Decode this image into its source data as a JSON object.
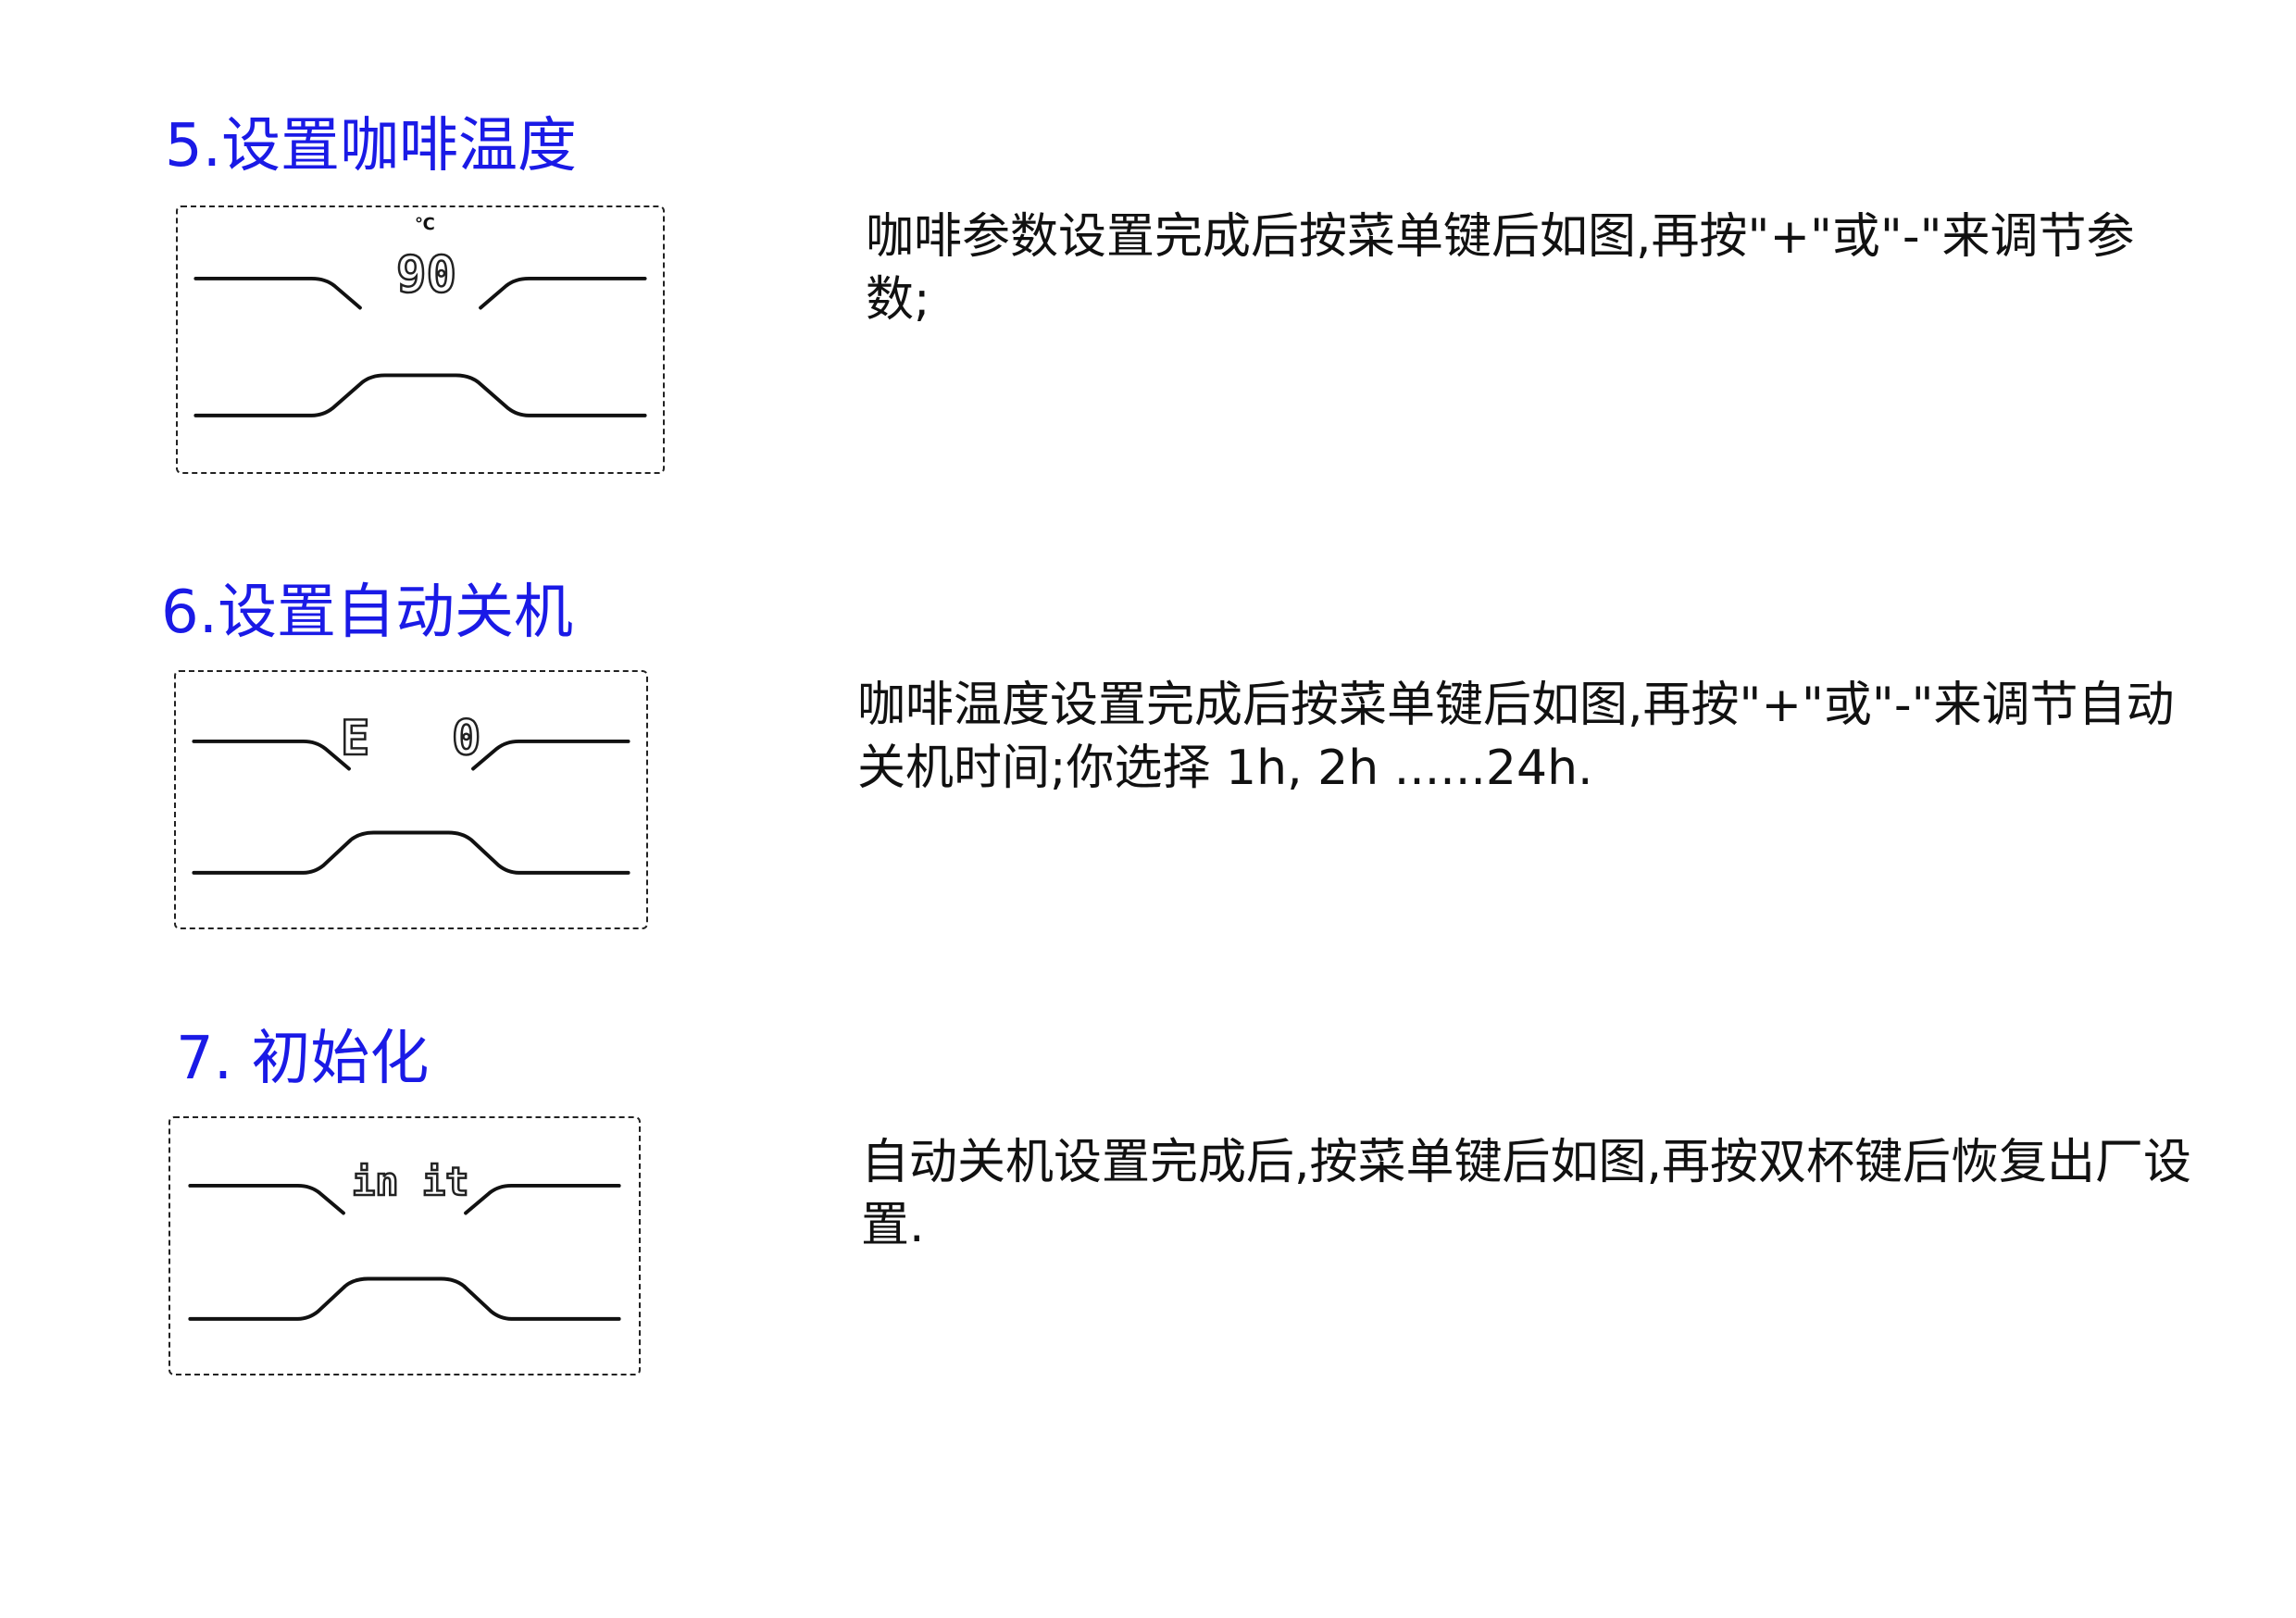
{
  "sections": [
    {
      "heading": "5.设置咖啡温度",
      "display": {
        "unit": "℃",
        "text": "90"
      },
      "description": "咖啡参数设置完成后按菜单键后如图,再按\"+\"或\"-\"来调节参数;"
    },
    {
      "heading": "6.设置自动关机",
      "display": {
        "left": "E",
        "right": "0"
      },
      "description": "咖啡温度设置完成后按菜单键后如图,再按\"+\"或\"-\"来调节自动关机时间;你选择 1h, 2h ......24h."
    },
    {
      "heading": "7. 初始化",
      "display": {
        "text": "in it"
      },
      "description": "自动关机设置完成后,按菜单键后如图,再按双杯键后恢复出厂设置."
    }
  ]
}
